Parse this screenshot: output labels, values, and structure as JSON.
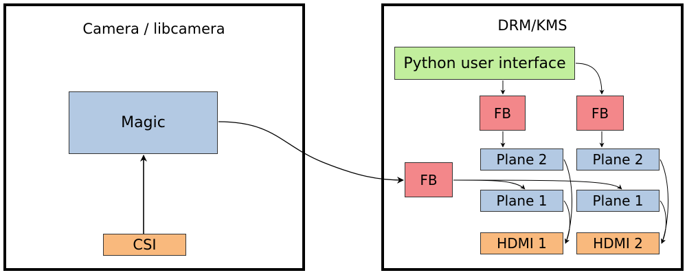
{
  "left_panel": {
    "title": "Camera / libcamera"
  },
  "right_panel": {
    "title": "DRM/KMS"
  },
  "nodes": {
    "magic": "Magic",
    "csi": "CSI",
    "python_ui": "Python user interface",
    "fb_ui_1": "FB",
    "fb_ui_2": "FB",
    "fb_camera": "FB",
    "plane2_a": "Plane 2",
    "plane2_b": "Plane 2",
    "plane1_a": "Plane 1",
    "plane1_b": "Plane 1",
    "hdmi1": "HDMI 1",
    "hdmi2": "HDMI 2"
  },
  "colors": {
    "blue": "#b3c9e3",
    "red": "#f3878a",
    "orange": "#f9b97d",
    "green": "#c2ee9d"
  }
}
